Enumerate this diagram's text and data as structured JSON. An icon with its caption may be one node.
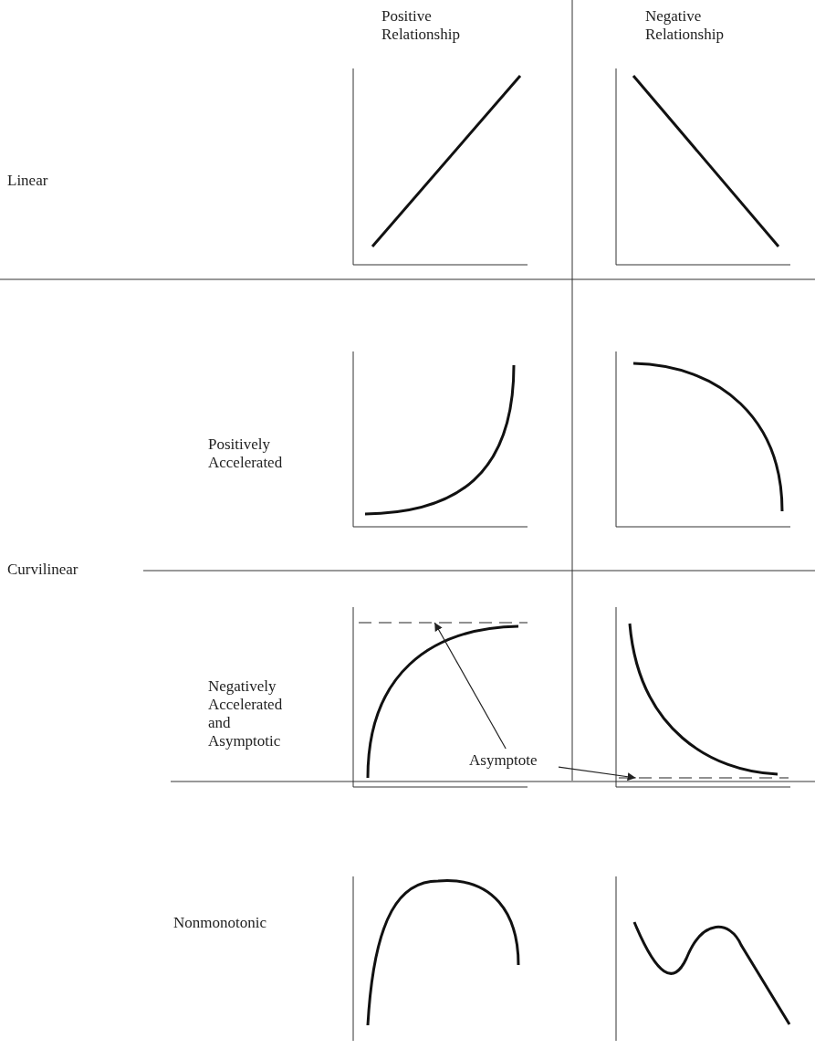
{
  "diagram": {
    "nodes": [
      {
        "text": [
          "Asymptote"
        ]
      },
      {
        "text": [],
        "shape": "line"
      },
      {
        "text": [],
        "shape": "line"
      }
    ],
    "edges": [
      {
        "from": 0,
        "to": 1,
        "arrow": "to"
      },
      {
        "from": 0,
        "to": 2,
        "arrow": "to"
      }
    ],
    "labels": [
      "Positive Relationship",
      "Negative Relationship",
      "Linear",
      "Positively Accelerated",
      "Curvilinear",
      "Negatively Accelerated and Asymptotic",
      "Nonmonotonic"
    ]
  }
}
